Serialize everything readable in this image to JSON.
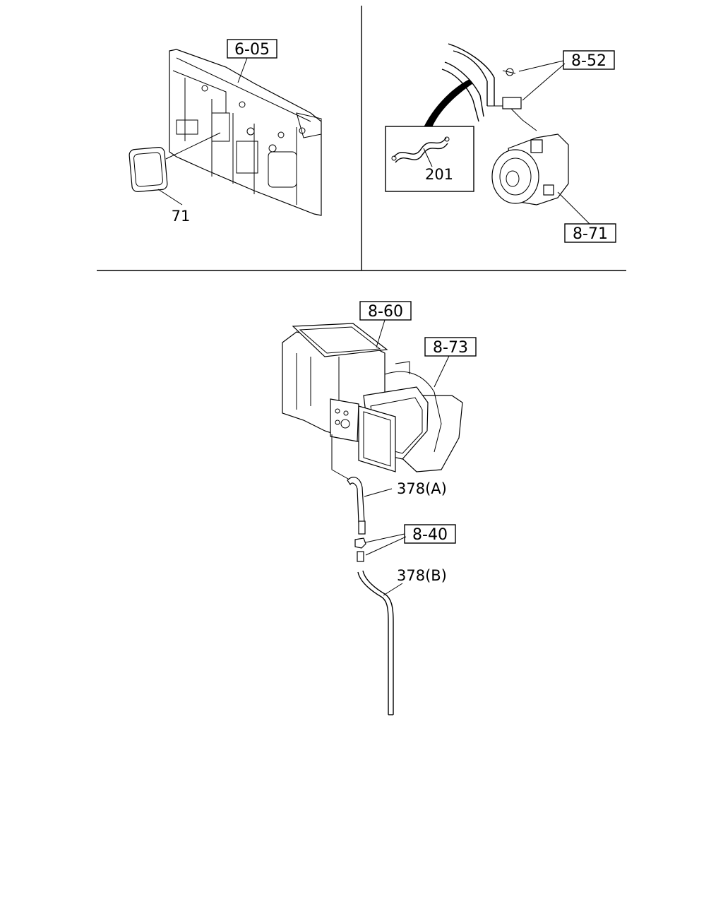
{
  "callouts": {
    "ref_6_05": "6-05",
    "part_71": "71",
    "ref_8_52": "8-52",
    "part_201": "201",
    "ref_8_71": "8-71",
    "ref_8_60": "8-60",
    "ref_8_73": "8-73",
    "part_378a": "378(A)",
    "ref_8_40": "8-40",
    "part_378b": "378(B)"
  }
}
